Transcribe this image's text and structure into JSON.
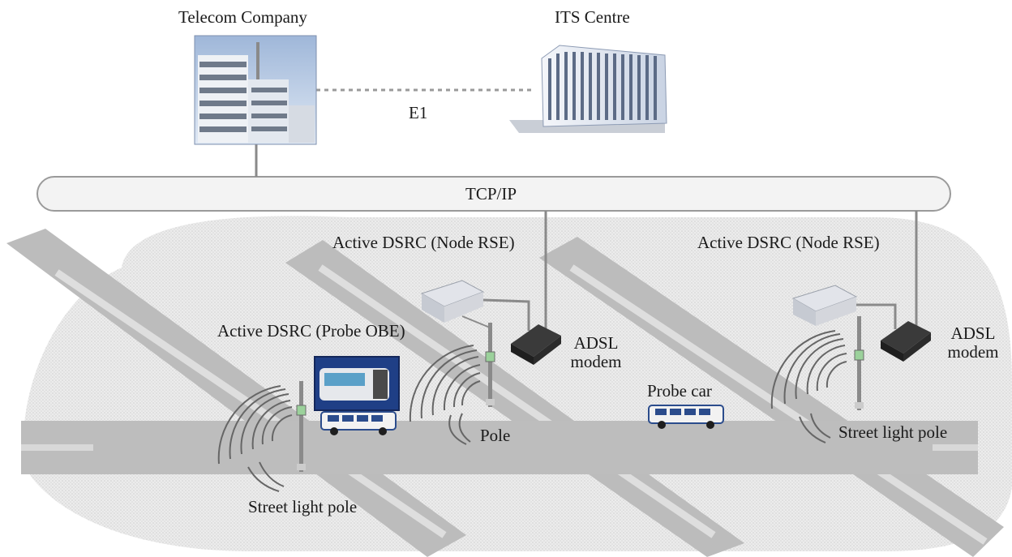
{
  "labels": {
    "telecom_company": "Telecom Company",
    "its_centre": "ITS Centre",
    "e1": "E1",
    "tcp_ip": "TCP/IP",
    "active_dsrc_node_rse_1": "Active DSRC (Node RSE)",
    "active_dsrc_node_rse_2": "Active DSRC (Node RSE)",
    "active_dsrc_probe_obe": "Active DSRC (Probe OBE)",
    "adsl_modem_1_line1": "ADSL",
    "adsl_modem_1_line2": "modem",
    "adsl_modem_2_line1": "ADSL",
    "adsl_modem_2_line2": "modem",
    "probe_car": "Probe car",
    "pole": "Pole",
    "street_light_pole_1": "Street light pole",
    "street_light_pole_2": "Street light pole"
  },
  "colors": {
    "road": "#b9b9b9",
    "road_stripe": "#dcdcdc",
    "coverage_area": "#e6e6e6",
    "bus": "#f1f1f1",
    "link_line": "#8a8a8a",
    "wave": "#666666",
    "modem": "#2b2b2b",
    "rse_device": "#d4d6dc"
  },
  "icons": [
    "telecom-building-icon",
    "its-centre-building-icon",
    "node-rse-icon",
    "adsl-modem-icon",
    "probe-obe-icon",
    "probe-car-icon",
    "pole-icon",
    "radio-wave-icon"
  ]
}
